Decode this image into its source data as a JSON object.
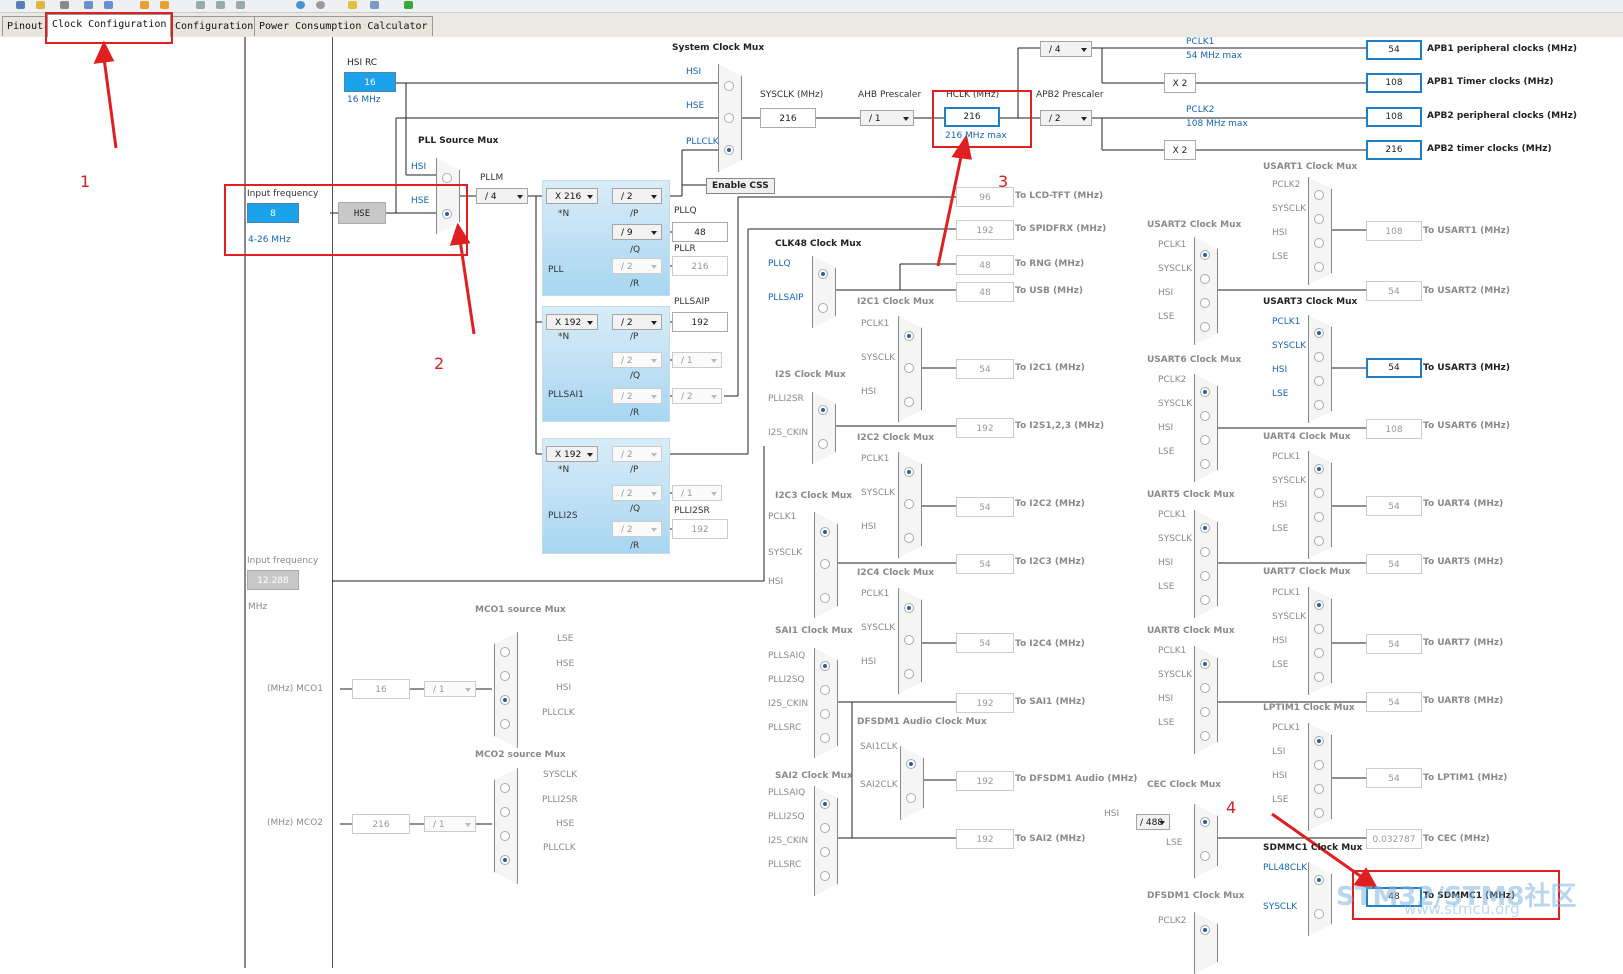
{
  "tabs": [
    "Pinout",
    "Clock Configuration",
    "Configuration",
    "Power Consumption Calculator"
  ],
  "left_panel": {
    "input_freq_label": "Input frequency",
    "input_freq_value": "12.288",
    "unit": "MHz"
  },
  "hsirc": {
    "label": "HSI RC",
    "value": "16",
    "unit": "16 MHz"
  },
  "hse_input": {
    "label": "Input frequency",
    "value": "8",
    "range": "4-26 MHz",
    "block": "HSE"
  },
  "pll_source_mux": {
    "title": "PLL Source Mux",
    "hsi": "HSI",
    "hse": "HSE"
  },
  "pllm": {
    "label": "PLLM",
    "value": "/ 4"
  },
  "pll": {
    "n": "X 216",
    "n_label": "*N",
    "p": "/ 2",
    "p_label": "/P",
    "q": "/ 9",
    "q_label": "/Q",
    "r": "/ 2",
    "r_label": "/R",
    "name": "PLL",
    "pllq_label": "PLLQ",
    "pllq_value": "48",
    "pllr_label": "PLLR",
    "pllr_value": "216"
  },
  "pllsai1": {
    "n": "X 192",
    "n_label": "*N",
    "p": "/ 2",
    "p_label": "/P",
    "q": "/ 2",
    "q_label": "/Q",
    "q2": "/ 1",
    "r": "/ 2",
    "r_label": "/R",
    "r2": "/ 2",
    "name": "PLLSAI1",
    "pllsaip_label": "PLLSAIP",
    "pllsaip_value": "192"
  },
  "plli2s": {
    "n": "X 192",
    "n_label": "*N",
    "p": "/ 2",
    "p_label": "/P",
    "q": "/ 2",
    "q_label": "/Q",
    "q2": "/ 1",
    "r": "/ 2",
    "r_label": "/R",
    "name": "PLLI2S",
    "plli2sr_label": "PLLI2SR",
    "plli2sr_value": "192"
  },
  "system_clock_mux": {
    "title": "System Clock Mux",
    "hsi": "HSI",
    "hse": "HSE",
    "pllclk": "PLLCLK",
    "enable_css": "Enable CSS"
  },
  "sysclk": {
    "label": "SYSCLK (MHz)",
    "value": "216"
  },
  "ahb": {
    "label": "AHB Prescaler",
    "value": "/ 1"
  },
  "hclk": {
    "label": "HCLK (MHz)",
    "value": "216",
    "max": "216 MHz max"
  },
  "apb1": {
    "prescaler": "/ 4",
    "pclk": "PCLK1",
    "max": "54 MHz max",
    "periph_value": "54",
    "periph_label": "APB1 peripheral clocks (MHz)",
    "timer_mult": "X 2",
    "timer_value": "108",
    "timer_label": "APB1 Timer clocks (MHz)"
  },
  "apb2": {
    "label": "APB2 Prescaler",
    "prescaler": "/ 2",
    "pclk": "PCLK2",
    "max": "108 MHz max",
    "periph_value": "108",
    "periph_label": "APB2 peripheral clocks (MHz)",
    "timer_mult": "X 2",
    "timer_value": "216",
    "timer_label": "APB2 timer clocks (MHz)"
  },
  "outputs_mid": [
    {
      "value": "96",
      "label": "To LCD-TFT (MHz)"
    },
    {
      "value": "192",
      "label": "To SPIDFRX (MHz)"
    },
    {
      "value": "48",
      "label": "To RNG (MHz)"
    },
    {
      "value": "48",
      "label": "To USB (MHz)"
    },
    {
      "value": "54",
      "label": "To I2C1 (MHz)"
    },
    {
      "value": "192",
      "label": "To I2S1,2,3 (MHz)"
    },
    {
      "value": "54",
      "label": "To I2C2 (MHz)"
    },
    {
      "value": "54",
      "label": "To I2C3 (MHz)"
    },
    {
      "value": "54",
      "label": "To I2C4 (MHz)"
    },
    {
      "value": "192",
      "label": "To SAI1 (MHz)"
    },
    {
      "value": "192",
      "label": "To DFSDM1 Audio (MHz)"
    },
    {
      "value": "192",
      "label": "To SAI2 (MHz)"
    }
  ],
  "clk48": {
    "title": "CLK48 Clock Mux",
    "in": [
      "PLLQ",
      "PLLSAIP"
    ]
  },
  "i2c1": {
    "title": "I2C1 Clock Mux",
    "in": [
      "PCLK1",
      "SYSCLK",
      "HSI"
    ]
  },
  "i2s": {
    "title": "I2S Clock Mux",
    "in": [
      "PLLI2SR",
      "I2S_CKIN"
    ]
  },
  "i2c2": {
    "title": "I2C2 Clock Mux",
    "in": [
      "PCLK1",
      "SYSCLK",
      "HSI"
    ]
  },
  "i2c3": {
    "title": "I2C3 Clock Mux",
    "in": [
      "PCLK1",
      "SYSCLK",
      "HSI"
    ]
  },
  "i2c4": {
    "title": "I2C4 Clock Mux",
    "in": [
      "PCLK1",
      "SYSCLK",
      "HSI"
    ]
  },
  "sai1": {
    "title": "SAI1 Clock Mux",
    "in": [
      "PLLSAIQ",
      "PLLI2SQ",
      "I2S_CKIN",
      "PLLSRC"
    ]
  },
  "dfsdm_audio": {
    "title": "DFSDM1 Audio Clock Mux",
    "in": [
      "SAI1CLK",
      "SAI2CLK"
    ]
  },
  "sai2": {
    "title": "SAI2 Clock Mux",
    "in": [
      "PLLSAIQ",
      "PLLI2SQ",
      "I2S_CKIN",
      "PLLSRC"
    ]
  },
  "mco1": {
    "title": "MCO1 source Mux",
    "in": [
      "LSE",
      "HSE",
      "HSI",
      "PLLCLK"
    ],
    "out_label": "(MHz) MCO1",
    "value": "16",
    "div": "/ 1"
  },
  "mco2": {
    "title": "MCO2 source Mux",
    "in": [
      "SYSCLK",
      "PLLI2SR",
      "HSE",
      "PLLCLK"
    ],
    "out_label": "(MHz) MCO2",
    "value": "216",
    "div": "/ 1"
  },
  "right_muxes": [
    {
      "title": "USART1 Clock Mux",
      "in": [
        "PCLK2",
        "SYSCLK",
        "HSI",
        "LSE"
      ]
    },
    {
      "title": "USART2 Clock Mux",
      "in": [
        "PCLK1",
        "SYSCLK",
        "HSI",
        "LSE"
      ]
    },
    {
      "title": "USART3 Clock Mux",
      "in": [
        "PCLK1",
        "SYSCLK",
        "HSI",
        "LSE"
      ]
    },
    {
      "title": "USART6 Clock Mux",
      "in": [
        "PCLK2",
        "SYSCLK",
        "HSI",
        "LSE"
      ]
    },
    {
      "title": "UART4 Clock Mux",
      "in": [
        "PCLK1",
        "SYSCLK",
        "HSI",
        "LSE"
      ]
    },
    {
      "title": "UART5 Clock Mux",
      "in": [
        "PCLK1",
        "SYSCLK",
        "HSI",
        "LSE"
      ]
    },
    {
      "title": "UART7 Clock Mux",
      "in": [
        "PCLK1",
        "SYSCLK",
        "HSI",
        "LSE"
      ]
    },
    {
      "title": "UART8 Clock Mux",
      "in": [
        "PCLK1",
        "SYSCLK",
        "HSI",
        "LSE"
      ]
    },
    {
      "title": "LPTIM1 Clock Mux",
      "in": [
        "PCLK1",
        "LSI",
        "HSI",
        "LSE"
      ]
    },
    {
      "title": "CEC Clock Mux",
      "in": [
        "HSI",
        "LSE"
      ],
      "div": "/ 488"
    },
    {
      "title": "SDMMC1 Clock Mux",
      "in": [
        "PLL48CLK",
        "SYSCLK"
      ]
    },
    {
      "title": "DFSDM1 Clock Mux",
      "in": [
        "PCLK2"
      ]
    }
  ],
  "outputs_right": [
    {
      "value": "108",
      "label": "To USART1 (MHz)"
    },
    {
      "value": "54",
      "label": "To USART2 (MHz)"
    },
    {
      "value": "54",
      "label": "To USART3 (MHz)"
    },
    {
      "value": "108",
      "label": "To USART6 (MHz)"
    },
    {
      "value": "54",
      "label": "To UART4 (MHz)"
    },
    {
      "value": "54",
      "label": "To UART5 (MHz)"
    },
    {
      "value": "54",
      "label": "To UART7 (MHz)"
    },
    {
      "value": "54",
      "label": "To UART8 (MHz)"
    },
    {
      "value": "54",
      "label": "To LPTIM1 (MHz)"
    },
    {
      "value": "0.032787",
      "label": "To CEC (MHz)"
    },
    {
      "value": "48",
      "label": "To SDMMC1 (MHz)"
    }
  ],
  "annotations": [
    "1",
    "2",
    "3",
    "4"
  ],
  "watermark": {
    "line1": "STM32/STM8社区",
    "line2": "www.stmcu.org"
  },
  "colors": {
    "annotation": "#e02020",
    "selected_border": "#1f7fc6",
    "input_fill": "#1aa3ea",
    "pll_bg": "#a8d6f1"
  }
}
